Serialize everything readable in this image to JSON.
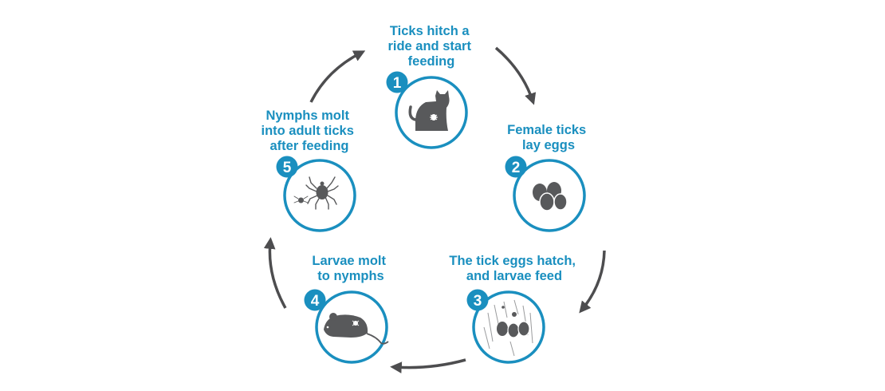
{
  "colors": {
    "accent": "#1a8fbf",
    "icon": "#58595b",
    "arrow": "#4d4d4f",
    "background": "#ffffff"
  },
  "stages": [
    {
      "number": "1",
      "label_lines": [
        "Ticks hitch a",
        "ride and start",
        "feeding"
      ],
      "icon": "cat-with-tick-icon"
    },
    {
      "number": "2",
      "label_lines": [
        "Female ticks",
        "lay eggs"
      ],
      "icon": "eggs-icon"
    },
    {
      "number": "3",
      "label_lines": [
        "The tick eggs hatch,",
        "and larvae feed"
      ],
      "icon": "hatching-eggs-in-grass-icon"
    },
    {
      "number": "4",
      "label_lines": [
        "Larvae molt",
        "to nymphs"
      ],
      "icon": "mouse-with-tick-icon"
    },
    {
      "number": "5",
      "label_lines": [
        "Nymphs molt",
        "into adult ticks",
        "after feeding"
      ],
      "icon": "ticks-icon"
    }
  ]
}
